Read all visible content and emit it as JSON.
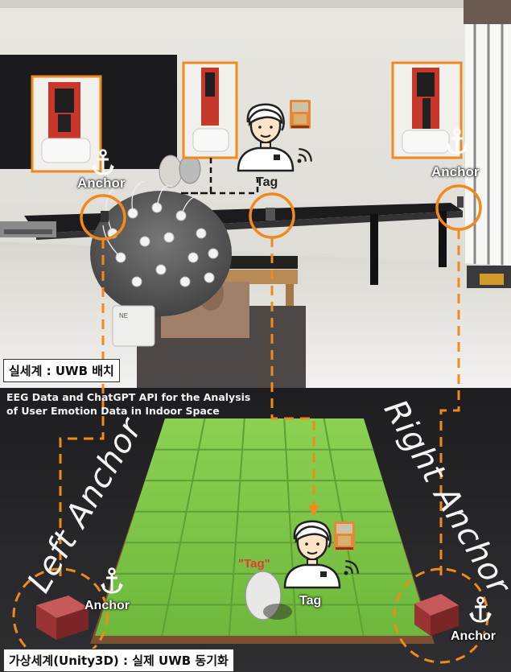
{
  "real_world_caption": "실세계 : UWB 배치",
  "virtual_world_caption": "가상세계(Unity3D) : 실제 UWB 동기화",
  "subtitle_line1": "EEG Data and ChatGPT API for the Analysis",
  "subtitle_line2": "of User Emotion Data in Indoor Space",
  "labels": {
    "anchor_top_left": "Anchor",
    "anchor_top_right": "Anchor",
    "tag_top": "Tag",
    "left_anchor": "Left Anchor",
    "right_anchor": "Right Anchor",
    "anchor_bottom_left": "Anchor",
    "anchor_bottom_right": "Anchor",
    "tag_bottom": "Tag",
    "tag_quoted": "\"Tag\""
  },
  "colors": {
    "accent_orange": "#f08a1c",
    "grass": "#7cc446",
    "dark_bg": "#2a2a2c"
  },
  "icons": [
    "anchor-icon",
    "person-icon",
    "wifi-icon",
    "uwb-module-icon",
    "eeg-cap-icon"
  ]
}
